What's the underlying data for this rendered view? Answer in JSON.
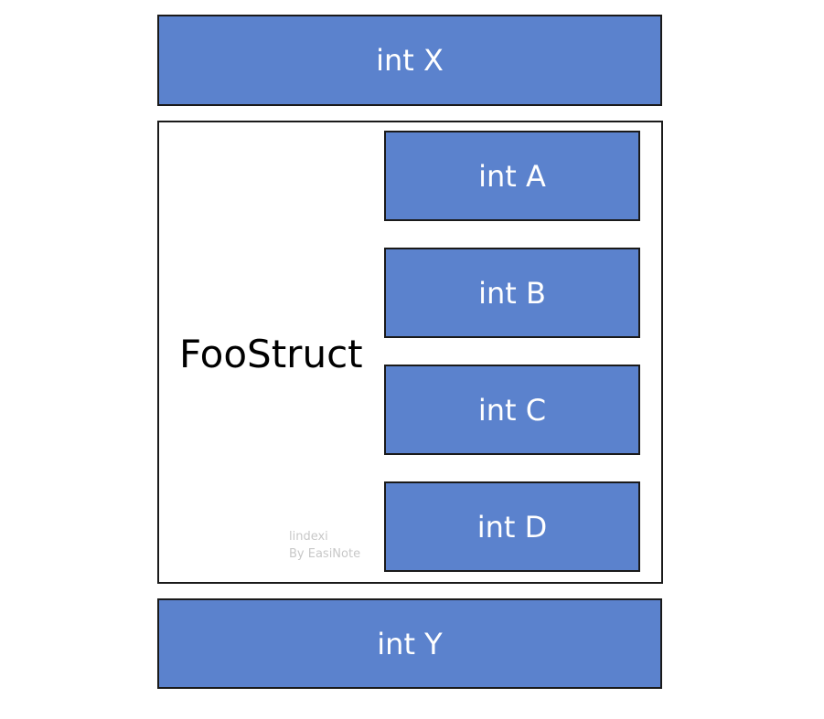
{
  "diagram": {
    "outer_fields": {
      "top": "int X",
      "bottom": "int Y"
    },
    "struct": {
      "name": "FooStruct",
      "fields": [
        "int A",
        "int B",
        "int C",
        "int D"
      ]
    },
    "watermark": {
      "author": "lindexi",
      "credit": "By EasiNote"
    },
    "colors": {
      "field_fill": "#5b82cd",
      "border": "#1a1a1a",
      "field_text": "#ffffff",
      "watermark": "#c8c8c8"
    }
  }
}
